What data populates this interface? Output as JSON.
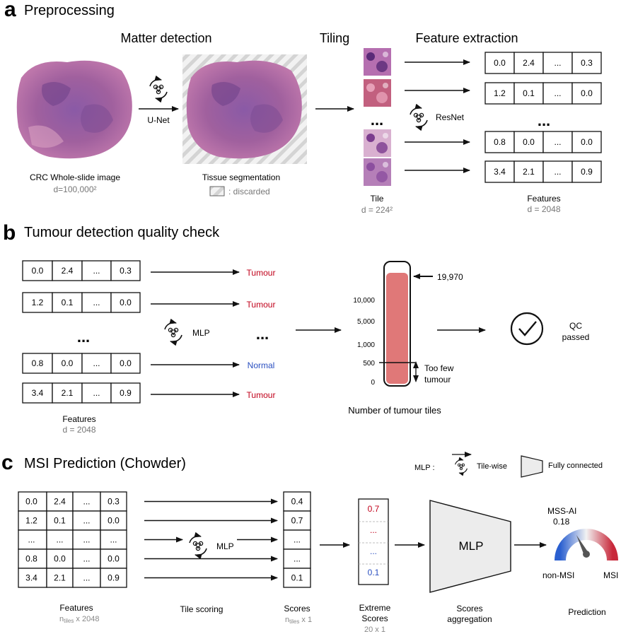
{
  "panels": {
    "a": {
      "letter": "a",
      "title": "Preprocessing",
      "stages": {
        "matter_detection": "Matter detection",
        "tiling": "Tiling",
        "feature_extraction": "Feature extraction"
      },
      "wsi_caption": "CRC Whole-slide image",
      "wsi_dim": "d=100,000²",
      "unet_label": "U-Net",
      "seg_caption": "Tissue segmentation",
      "discarded_label": ": discarded",
      "tile_dots": "...",
      "resnet_label": "ResNet",
      "tile_caption": "Tile",
      "tile_dim": "d = 224²",
      "feature_rows": [
        [
          "0.0",
          "2.4",
          "...",
          "0.3"
        ],
        [
          "1.2",
          "0.1",
          "...",
          "0.0"
        ],
        [
          "0.8",
          "0.0",
          "...",
          "0.0"
        ],
        [
          "3.4",
          "2.1",
          "...",
          "0.9"
        ]
      ],
      "feature_dots": "...",
      "features_caption": "Features",
      "features_dim": "d = 2048"
    },
    "b": {
      "letter": "b",
      "title": "Tumour detection quality check",
      "feature_rows": [
        [
          "0.0",
          "2.4",
          "...",
          "0.3"
        ],
        [
          "1.2",
          "0.1",
          "...",
          "0.0"
        ],
        [
          "0.8",
          "0.0",
          "...",
          "0.0"
        ],
        [
          "3.4",
          "2.1",
          "...",
          "0.9"
        ]
      ],
      "dots": "...",
      "mlp_label": "MLP",
      "outputs": [
        "Tumour",
        "Tumour",
        "Normal",
        "Tumour"
      ],
      "output_colors": [
        "#c0001a",
        "#c0001a",
        "#2a4fc0",
        "#c0001a"
      ],
      "features_caption": "Features",
      "features_dim": "d = 2048",
      "gauge": {
        "ticks": [
          "10,000",
          "5,000",
          "1,000",
          "500",
          "0"
        ],
        "count_label": "19,970",
        "too_few_label_1": "Too few",
        "too_few_label_2": "tumour",
        "fill_color": "#e07878"
      },
      "gauge_caption": "Number of tumour tiles",
      "qc_label_1": "QC",
      "qc_label_2": "passed"
    },
    "c": {
      "letter": "c",
      "title": "MSI Prediction (Chowder)",
      "legend_mlp": "MLP :",
      "legend_tilewise": "Tile-wise",
      "legend_fc": "Fully connected",
      "feature_rows": [
        [
          "0.0",
          "2.4",
          "...",
          "0.3"
        ],
        [
          "1.2",
          "0.1",
          "...",
          "0.0"
        ],
        [
          "...",
          "...",
          "...",
          "..."
        ],
        [
          "0.8",
          "0.0",
          "...",
          "0.0"
        ],
        [
          "3.4",
          "2.1",
          "...",
          "0.9"
        ]
      ],
      "features_caption": "Features",
      "features_dim_n": "n",
      "features_dim_sub": "tiles",
      "features_dim_rest": " x 2048",
      "mlp_label": "MLP",
      "tile_scoring_caption": "Tile scoring",
      "scores": [
        "0.4",
        "0.7",
        "...",
        "...",
        "0.1"
      ],
      "scores_caption": "Scores",
      "scores_dim_rest": " x 1",
      "extreme_scores": [
        "0.7",
        "...",
        "...",
        "0.1"
      ],
      "extreme_colors": [
        "#c0001a",
        "#c0001a",
        "#2a4fc0",
        "#2a4fc0"
      ],
      "extreme_caption_1": "Extreme",
      "extreme_caption_2": "Scores",
      "extreme_dim": "20 x 1",
      "agg_mlp_label": "MLP",
      "agg_caption_1": "Scores",
      "agg_caption_2": "aggregation",
      "mss_label": "MSS-AI",
      "mss_value": "0.18",
      "non_msi_label": "non-MSI",
      "msi_label": "MSI",
      "prediction_caption": "Prediction"
    }
  }
}
